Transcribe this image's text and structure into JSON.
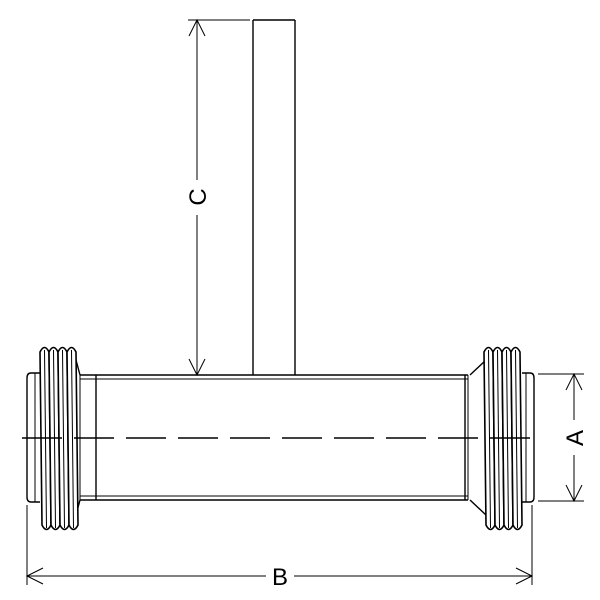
{
  "diagram": {
    "type": "pipe tee technical drawing",
    "dimensions": {
      "a_label": "A",
      "b_label": "B",
      "c_label": "C"
    },
    "colors": {
      "line": "#000000",
      "background": "#ffffff"
    }
  }
}
